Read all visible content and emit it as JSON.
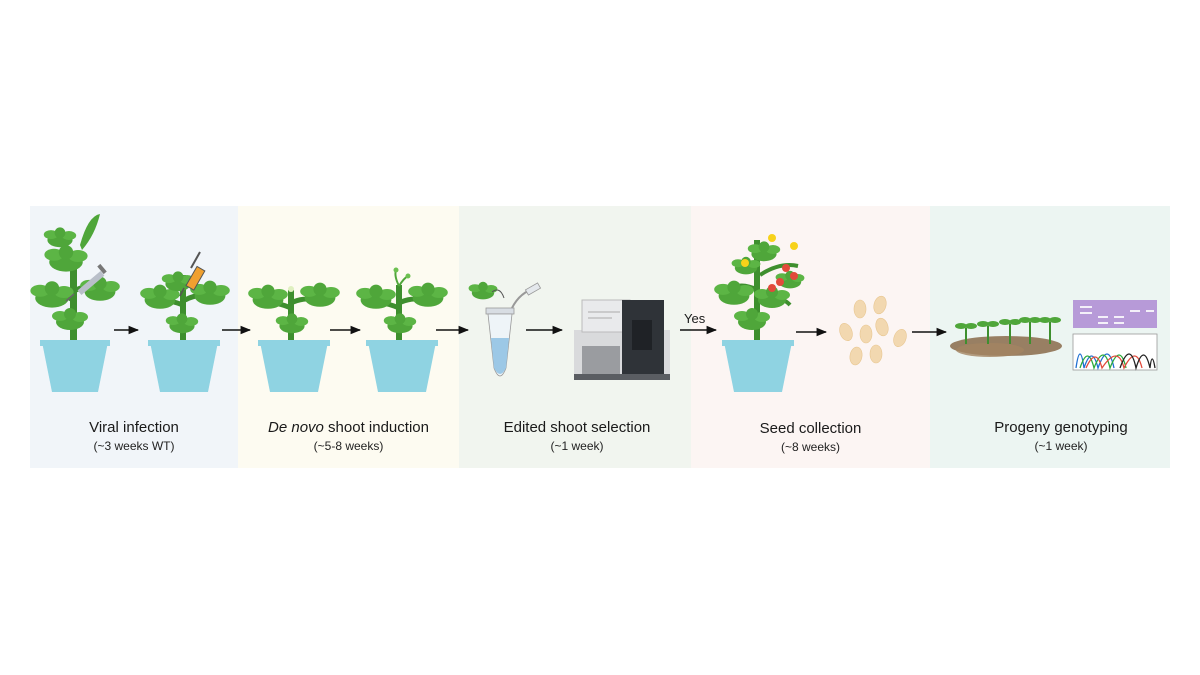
{
  "stages": [
    {
      "title": "Viral infection",
      "duration": "(~3 weeks WT)"
    },
    {
      "title_italic": "De novo",
      "title_rest": " shoot induction",
      "duration": "(~5-8 weeks)"
    },
    {
      "title": "Edited shoot selection",
      "duration": "(~1 week)"
    },
    {
      "title": "Seed collection",
      "duration": "(~8 weeks)"
    },
    {
      "title": "Progeny genotyping",
      "duration": "(~1 week)"
    }
  ],
  "decision_label": "Yes",
  "colors": {
    "pot": "#8fd3e2",
    "leaf": "#4fa63a",
    "stem": "#3e8f2e",
    "flower": "#f7d21a",
    "fruit": "#e24a3b",
    "seed": "#f2d8b0",
    "soil": "#8a6a4a",
    "gel": "#b79ad8"
  }
}
